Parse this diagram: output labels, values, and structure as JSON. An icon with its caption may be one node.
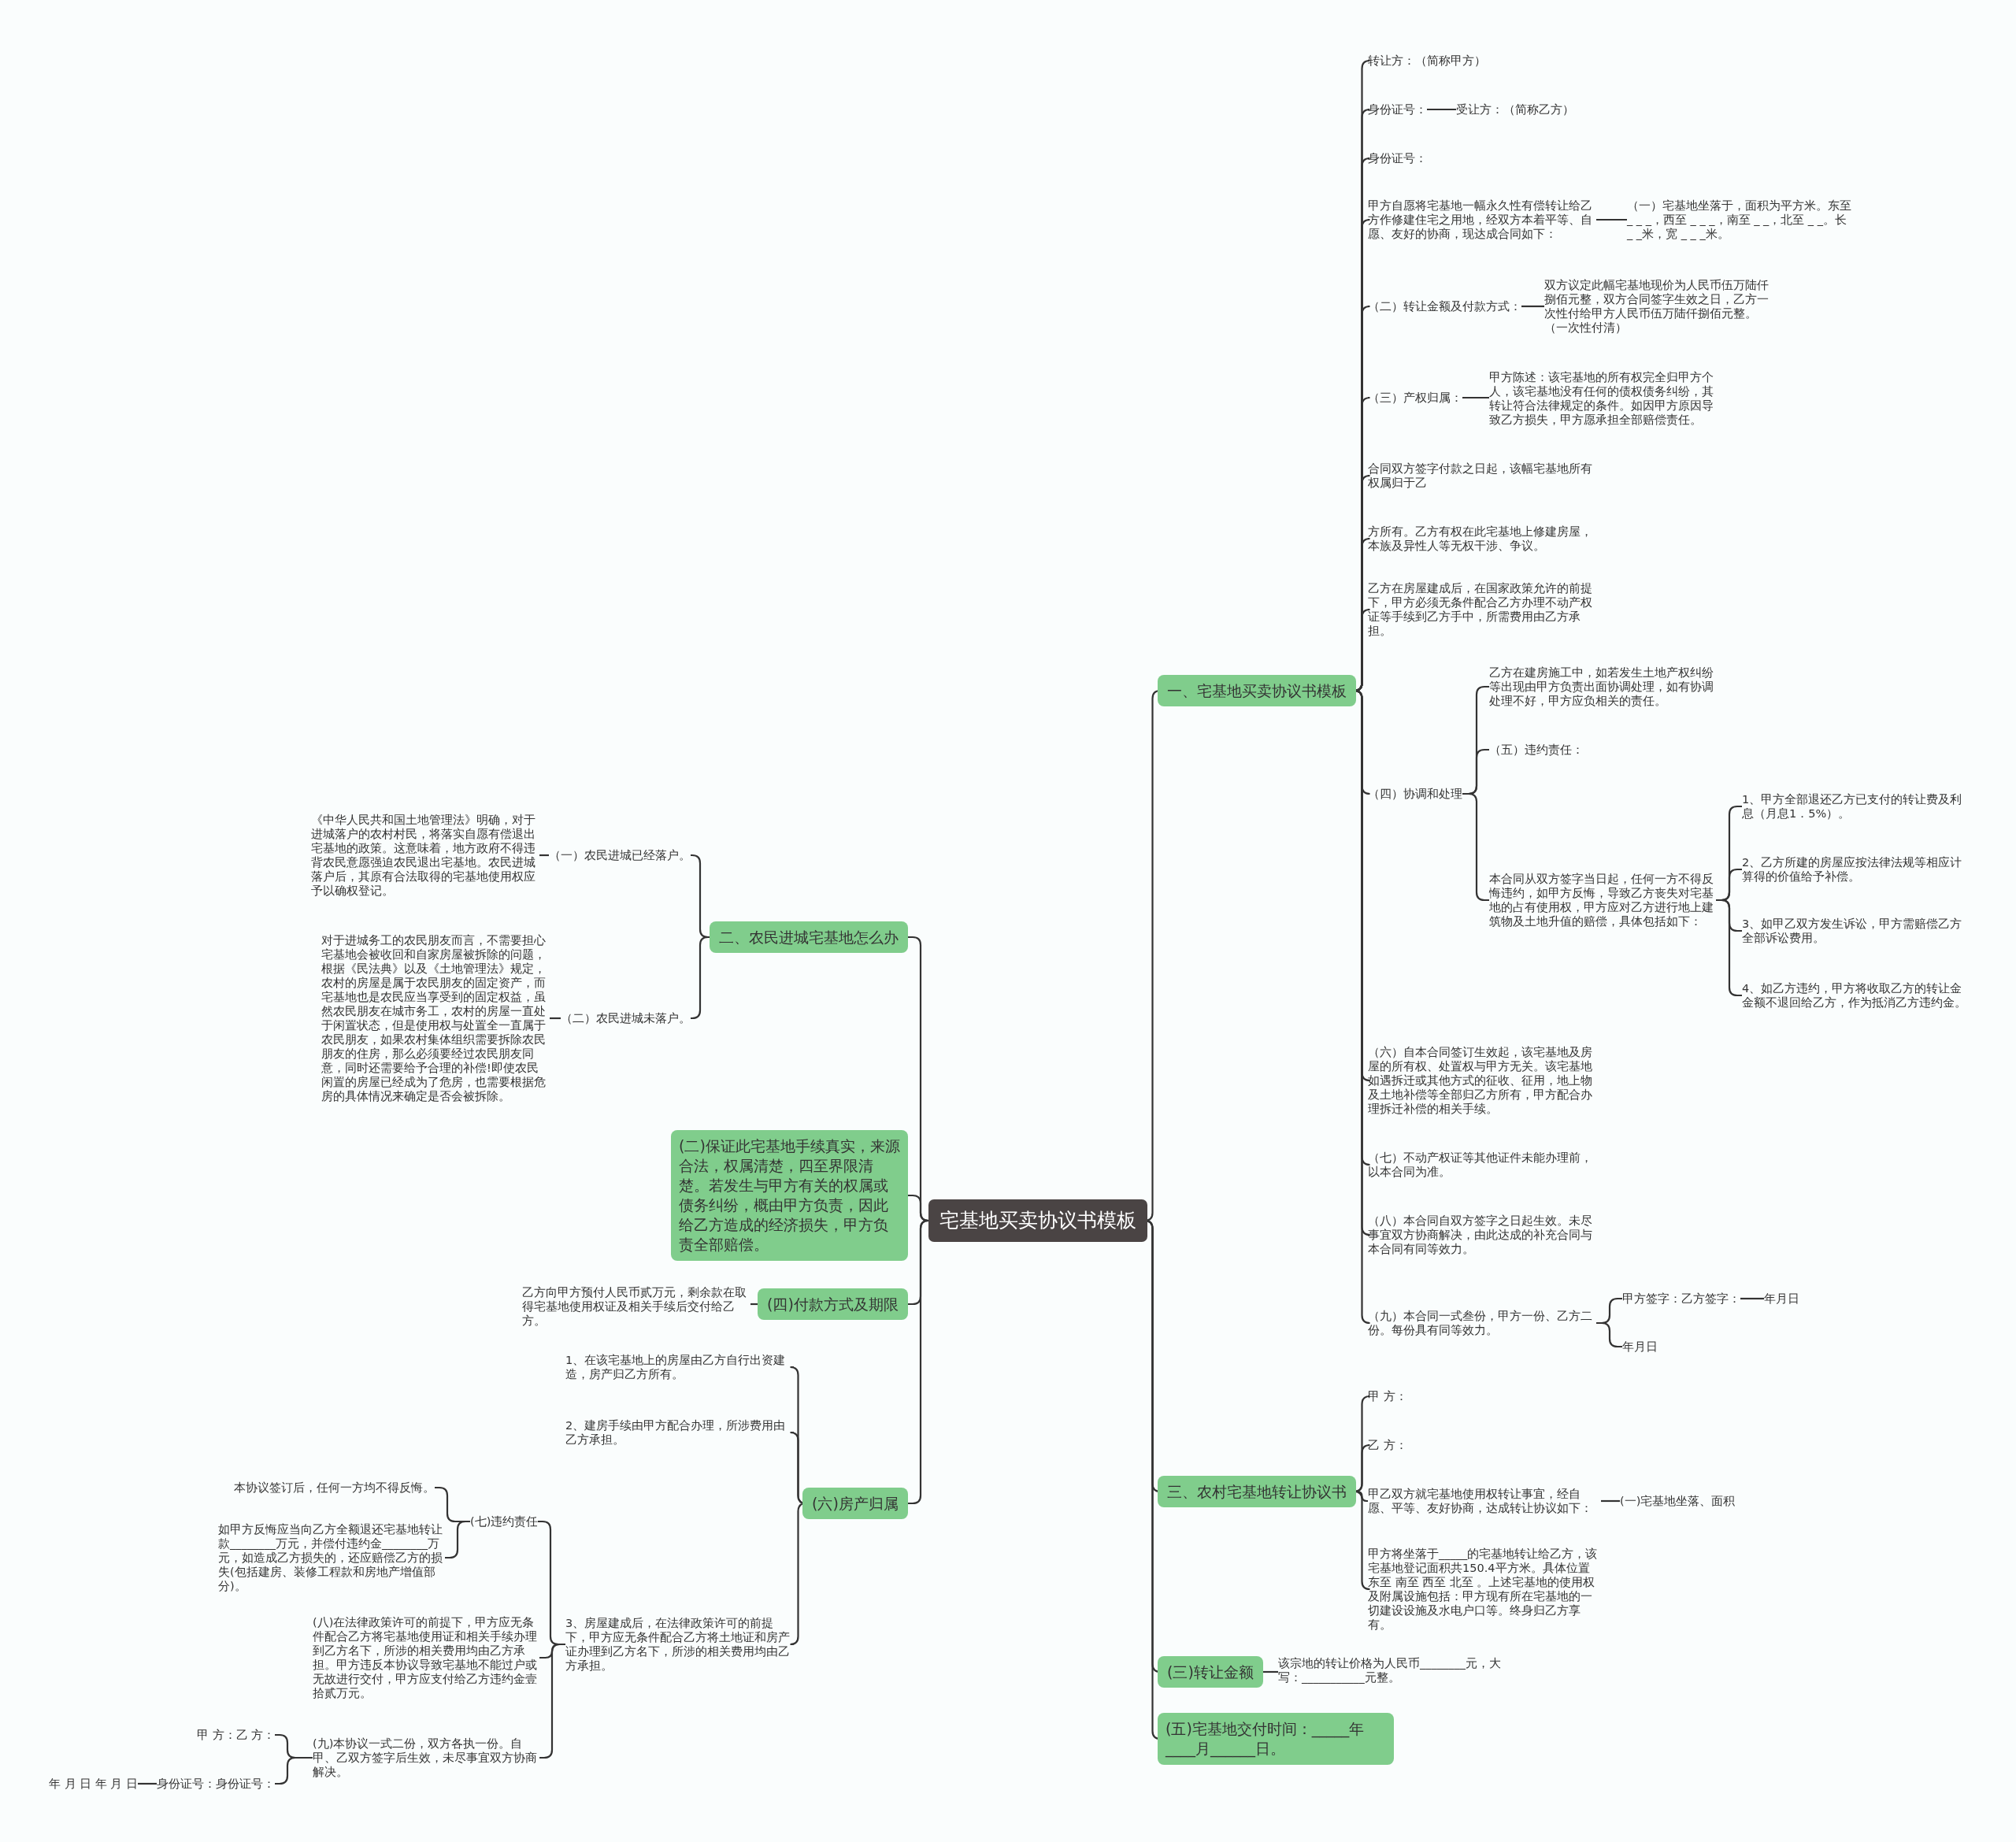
{
  "diagram": {
    "nodes": [
      {
        "text": [
          "宅基地买卖协议书模板"
        ]
      },
      {
        "text": [
          "一、宅基地买卖协议书模板"
        ]
      },
      {
        "text": [
          "转让方：（简称甲方）"
        ]
      },
      {
        "text": [
          "身份证号："
        ]
      },
      {
        "text": [
          "受让方：（简称乙方）"
        ]
      },
      {
        "text": [
          "身份证号："
        ]
      },
      {
        "text": [
          "甲方自愿将宅基地一幅永久性有偿转让给乙方作修建住宅之用地，经双方本着平等、自愿、友好的协商，现达成合同如下："
        ]
      },
      {
        "text": [
          "（一）宅基地坐落于，面积为平方米。东至 _ _ _，西至 _ _ _，南至 _ _，北至 _ _。长 _ _米，宽 _ _ _米。"
        ]
      },
      {
        "text": [
          "（二）转让金额及付款方式："
        ]
      },
      {
        "text": [
          "双方议定此幅宅基地现价为人民币伍万陆仟捌佰元整，双方合同签字生效之日，乙方一次性付给甲方人民币伍万陆仟捌佰元整。（一次性付清）"
        ]
      },
      {
        "text": [
          "（三）产权归属："
        ]
      },
      {
        "text": [
          "甲方陈述：该宅基地的所有权完全归甲方个人，该宅基地没有任何的债权债务纠纷，其转让符合法律规定的条件。如因甲方原因导致乙方损失，甲方愿承担全部赔偿责任。"
        ]
      },
      {
        "text": [
          "合同双方签字付款之日起，该幅宅基地所有权属归于乙"
        ]
      },
      {
        "text": [
          "方所有。乙方有权在此宅基地上修建房屋，本族及异性人等无权干涉、争议。"
        ]
      },
      {
        "text": [
          "乙方在房屋建成后，在国家政策允许的前提下，甲方必须无条件配合乙方办理不动产权证等手续到乙方手中，所需费用由乙方承担。"
        ]
      },
      {
        "text": [
          "（四）协调和处理"
        ]
      },
      {
        "text": [
          "乙方在建房施工中，如若发生土地产权纠纷等出现由甲方负责出面协调处理，如有协调处理不好，甲方应负相关的责任。"
        ]
      },
      {
        "text": [
          "（五）违约责任："
        ]
      },
      {
        "text": [
          "本合同从双方签字当日起，任何一方不得反悔违约，如甲方反悔，导致乙方丧失对宅基地的占有使用权，甲方应对乙方进行地上建筑物及土地升值的赔偿，具体包括如下："
        ]
      },
      {
        "text": [
          "1、甲方全部退还乙方已支付的转让费及利息（月息1．5%）。"
        ]
      },
      {
        "text": [
          "2、乙方所建的房屋应按法律法规等相应计算得的价值给予补偿。"
        ]
      },
      {
        "text": [
          "3、如甲乙双方发生诉讼，甲方需赔偿乙方全部诉讼费用。"
        ]
      },
      {
        "text": [
          "4、如乙方违约，甲方将收取乙方的转让金金额不退回给乙方，作为抵消乙方违约金。"
        ]
      },
      {
        "text": [
          "（六）自本合同签订生效起，该宅基地及房屋的所有权、处置权与甲方无关。该宅基地如遇拆迁或其他方式的征收、征用，地上物及土地补偿等全部归乙方所有，甲方配合办理拆迁补偿的相关手续。"
        ]
      },
      {
        "text": [
          "（七）不动产权证等其他证件未能办理前，以本合同为准。"
        ]
      },
      {
        "text": [
          "（八）本合同自双方签字之日起生效。未尽事宜双方协商解决，由此达成的补充合同与本合同有同等效力。"
        ]
      },
      {
        "text": [
          "（九）本合同一式叁份，甲方一份、乙方二份。每份具有同等效力。"
        ]
      },
      {
        "text": [
          "甲方签字：乙方签字："
        ]
      },
      {
        "text": [
          "年月日"
        ]
      },
      {
        "text": [
          "年月日"
        ]
      },
      {
        "text": [
          "三、农村宅基地转让协议书"
        ]
      },
      {
        "text": [
          "甲 方："
        ]
      },
      {
        "text": [
          "乙 方："
        ]
      },
      {
        "text": [
          "甲乙双方就宅基地使用权转让事宜，经自愿、平等、友好协商，达成转让协议如下："
        ]
      },
      {
        "text": [
          "(一)宅基地坐落、面积"
        ]
      },
      {
        "text": [
          "甲方将坐落于_____的宅基地转让给乙方，该宅基地登记面积共150.4平方米。具体位置东至 南至 西至 北至 。上述宅基地的使用权及附属设施包括：甲方现有所在宅基地的一切建设设施及水电户口等。终身归乙方享有。"
        ]
      },
      {
        "text": [
          "(三)转让金额"
        ]
      },
      {
        "text": [
          "该宗地的转让价格为人民币________元，大写：___________元整。"
        ]
      },
      {
        "text": [
          "(五)宅基地交付时间：_____年____月______日。"
        ]
      },
      {
        "text": [
          "二、农民进城宅基地怎么办"
        ]
      },
      {
        "text": [
          "（一）农民进城已经落户。"
        ]
      },
      {
        "text": [
          "《中华人民共和国土地管理法》明确，对于进城落户的农村村民，将落实自愿有偿退出宅基地的政策。这意味着，地方政府不得违背农民意愿强迫农民退出宅基地。农民进城落户后，其原有合法取得的宅基地使用权应予以确权登记。"
        ]
      },
      {
        "text": [
          "（二）农民进城未落户。"
        ]
      },
      {
        "text": [
          "对于进城务工的农民朋友而言，不需要担心宅基地会被收回和自家房屋被拆除的问题，根据《民法典》以及《土地管理法》规定，农村的房屋是属于农民朋友的固定资产，而宅基地也是农民应当享受到的固定权益，虽然农民朋友在城市务工，农村的房屋一直处于闲置状态，但是使用权与处置全一直属于农民朋友，如果农村集体组织需要拆除农民朋友的住房，那么必须要经过农民朋友同意，同时还需要给予合理的补偿!即使农民闲置的房屋已经成为了危房，也需要根据危房的具体情况来确定是否会被拆除。"
        ]
      },
      {
        "text": [
          "(二)保证此宅基地手续真实，来源合法，权属清楚，四至界限清楚。若发生与甲方有关的权属或债务纠纷，概由甲方负责，因此给乙方造成的经济损失，甲方负责全部赔偿。"
        ]
      },
      {
        "text": [
          "(四)付款方式及期限"
        ]
      },
      {
        "text": [
          "乙方向甲方预付人民币贰万元，剩余款在取得宅基地使用权证及相关手续后交付给乙方。"
        ]
      },
      {
        "text": [
          "(六)房产归属"
        ]
      },
      {
        "text": [
          "1、在该宅基地上的房屋由乙方自行出资建造，房产归乙方所有。"
        ]
      },
      {
        "text": [
          "2、建房手续由甲方配合办理，所涉费用由乙方承担。"
        ]
      },
      {
        "text": [
          "3、房屋建成后，在法律政策许可的前提下，甲方应无条件配合乙方将土地证和房产证办理到乙方名下，所涉的相关费用均由乙方承担。"
        ]
      },
      {
        "text": [
          "(七)违约责任"
        ]
      },
      {
        "text": [
          "本协议签订后，任何一方均不得反悔。"
        ]
      },
      {
        "text": [
          "如甲方反悔应当向乙方全额退还宅基地转让款________万元，并偿付违约金________万元，如造成乙方损失的，还应赔偿乙方的损失(包括建房、装修工程款和房地产增值部分)。"
        ]
      },
      {
        "text": [
          "(八)在法律政策许可的前提下，甲方应无条件配合乙方将宅基地使用证和相关手续办理到乙方名下，所涉的相关费用均由乙方承担。甲方违反本协议导致宅基地不能过户或无故进行交付，甲方应支付给乙方违约金壹拾贰万元。"
        ]
      },
      {
        "text": [
          "(九)本协议一式二份，双方各执一份。自甲、乙双方签字后生效，未尽事宜双方协商解决。"
        ]
      },
      {
        "text": [
          "甲 方：乙 方："
        ]
      },
      {
        "text": [
          "身份证号：身份证号："
        ]
      },
      {
        "text": [
          "年 月 日 年 月 日"
        ]
      }
    ],
    "edges": [
      {
        "from": 0,
        "to": 1,
        "arrow": "none"
      },
      {
        "from": 1,
        "to": 2,
        "arrow": "none"
      },
      {
        "from": 1,
        "to": 3,
        "arrow": "none"
      },
      {
        "from": 3,
        "to": 4,
        "arrow": "none"
      },
      {
        "from": 1,
        "to": 5,
        "arrow": "none"
      },
      {
        "from": 1,
        "to": 6,
        "arrow": "none"
      },
      {
        "from": 6,
        "to": 7,
        "arrow": "none"
      },
      {
        "from": 1,
        "to": 8,
        "arrow": "none"
      },
      {
        "from": 8,
        "to": 9,
        "arrow": "none"
      },
      {
        "from": 1,
        "to": 10,
        "arrow": "none"
      },
      {
        "from": 10,
        "to": 11,
        "arrow": "none"
      },
      {
        "from": 1,
        "to": 12,
        "arrow": "none"
      },
      {
        "from": 1,
        "to": 13,
        "arrow": "none"
      },
      {
        "from": 1,
        "to": 14,
        "arrow": "none"
      },
      {
        "from": 1,
        "to": 15,
        "arrow": "none"
      },
      {
        "from": 15,
        "to": 16,
        "arrow": "none"
      },
      {
        "from": 15,
        "to": 17,
        "arrow": "none"
      },
      {
        "from": 15,
        "to": 18,
        "arrow": "none"
      },
      {
        "from": 18,
        "to": 19,
        "arrow": "none"
      },
      {
        "from": 18,
        "to": 20,
        "arrow": "none"
      },
      {
        "from": 18,
        "to": 21,
        "arrow": "none"
      },
      {
        "from": 18,
        "to": 22,
        "arrow": "none"
      },
      {
        "from": 1,
        "to": 23,
        "arrow": "none"
      },
      {
        "from": 1,
        "to": 24,
        "arrow": "none"
      },
      {
        "from": 1,
        "to": 25,
        "arrow": "none"
      },
      {
        "from": 1,
        "to": 26,
        "arrow": "none"
      },
      {
        "from": 26,
        "to": 27,
        "arrow": "none"
      },
      {
        "from": 27,
        "to": 28,
        "arrow": "none"
      },
      {
        "from": 26,
        "to": 29,
        "arrow": "none"
      },
      {
        "from": 0,
        "to": 30,
        "arrow": "none"
      },
      {
        "from": 30,
        "to": 31,
        "arrow": "none"
      },
      {
        "from": 30,
        "to": 32,
        "arrow": "none"
      },
      {
        "from": 30,
        "to": 33,
        "arrow": "none"
      },
      {
        "from": 33,
        "to": 34,
        "arrow": "none"
      },
      {
        "from": 30,
        "to": 35,
        "arrow": "none"
      },
      {
        "from": 0,
        "to": 36,
        "arrow": "none"
      },
      {
        "from": 36,
        "to": 37,
        "arrow": "none"
      },
      {
        "from": 0,
        "to": 38,
        "arrow": "none"
      },
      {
        "from": 0,
        "to": 39,
        "arrow": "none"
      },
      {
        "from": 39,
        "to": 40,
        "arrow": "none"
      },
      {
        "from": 40,
        "to": 41,
        "arrow": "none"
      },
      {
        "from": 39,
        "to": 42,
        "arrow": "none"
      },
      {
        "from": 42,
        "to": 43,
        "arrow": "none"
      },
      {
        "from": 0,
        "to": 44,
        "arrow": "none"
      },
      {
        "from": 0,
        "to": 45,
        "arrow": "none"
      },
      {
        "from": 45,
        "to": 46,
        "arrow": "none"
      },
      {
        "from": 0,
        "to": 47,
        "arrow": "none"
      },
      {
        "from": 47,
        "to": 48,
        "arrow": "none"
      },
      {
        "from": 47,
        "to": 49,
        "arrow": "none"
      },
      {
        "from": 47,
        "to": 50,
        "arrow": "none"
      },
      {
        "from": 50,
        "to": 51,
        "arrow": "none"
      },
      {
        "from": 51,
        "to": 52,
        "arrow": "none"
      },
      {
        "from": 51,
        "to": 53,
        "arrow": "none"
      },
      {
        "from": 50,
        "to": 54,
        "arrow": "none"
      },
      {
        "from": 50,
        "to": 55,
        "arrow": "none"
      },
      {
        "from": 55,
        "to": 56,
        "arrow": "none"
      },
      {
        "from": 55,
        "to": 57,
        "arrow": "none"
      },
      {
        "from": 57,
        "to": 58,
        "arrow": "none"
      }
    ]
  }
}
